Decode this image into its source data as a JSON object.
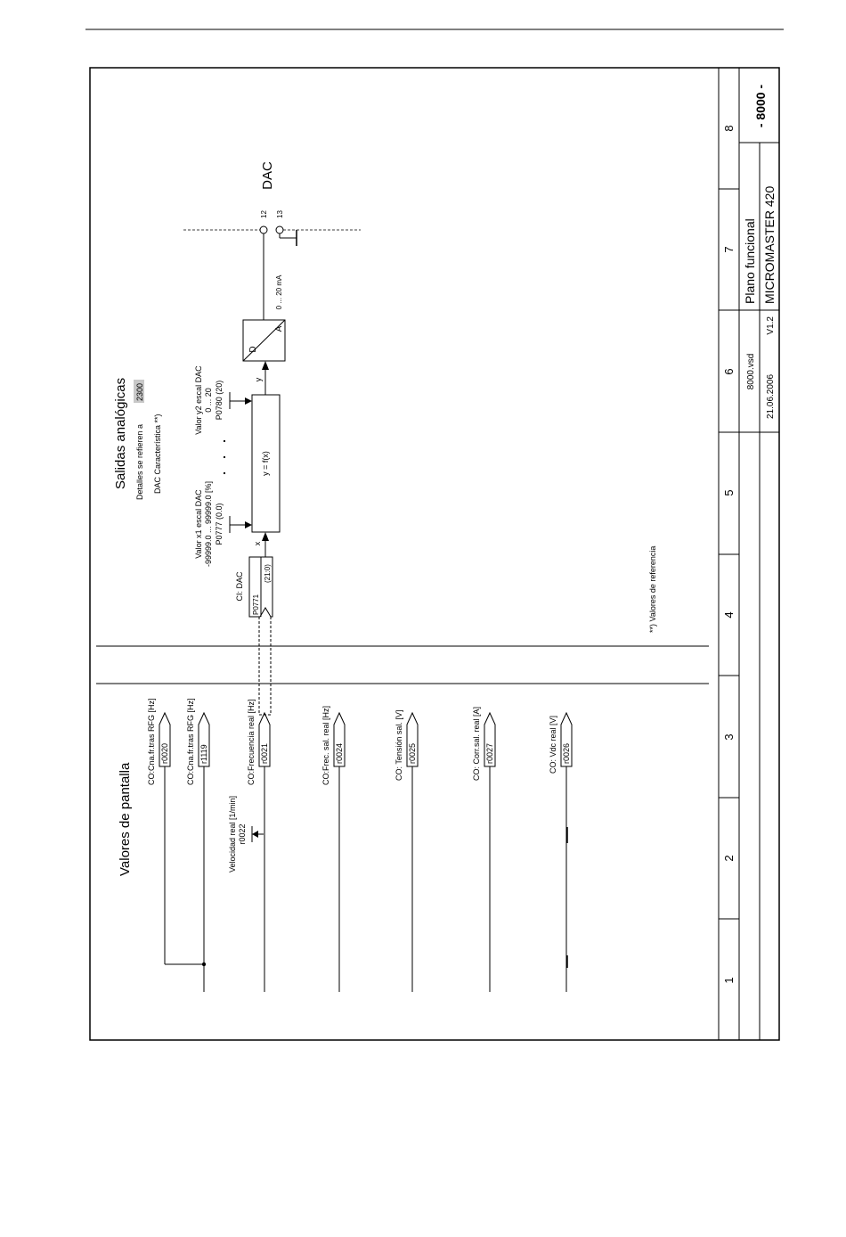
{
  "sheet": {
    "section_left_title": "Valores de pantalla",
    "section_right_title": "Salidas analógicas",
    "details_prefix": "Detalles se refieren a",
    "details_ref": "2300",
    "dac_characteristic": "DAC  Característica **)",
    "footnote": "**) Valores de referencia",
    "dac_label": "DAC",
    "terminal_12": "12",
    "terminal_13": "13",
    "current_range": "0 ... 20 mA"
  },
  "connectors": [
    {
      "title": "CO:Cna.fr.tras RFG [Hz]",
      "param": "r0020"
    },
    {
      "title": "CO:Cna.fr.tras RFG [Hz]",
      "param": "r1119"
    },
    {
      "title": "CO:Frecuencia real [Hz]",
      "param": "r0021"
    },
    {
      "title": "CO:Frec. sal. real [Hz]",
      "param": "r0024"
    },
    {
      "title": "CO: Tensión sal. [V]",
      "param": "r0025"
    },
    {
      "title": "CO: Corr.sal. real [A]",
      "param": "r0027"
    },
    {
      "title": "CO: Vdc real [V]",
      "param": "r0026"
    }
  ],
  "speed": {
    "title": "Velocidad real [1/min]",
    "param": "r0022"
  },
  "ci_dac": {
    "title": "CI: DAC",
    "param": "P0771",
    "value": "(21:0)"
  },
  "scaling": {
    "x1_title": "Valor x1 escal DAC",
    "x1_range": "-99999.0 ... 99999.0  [%]",
    "x1_param": "P0777 (0.0)",
    "y2_title": "Valor y2 escal DAC",
    "y2_range": "0 ... 20",
    "y2_param": "P0780 (20)",
    "function": "y = f(x)",
    "x_label": "x",
    "y_label": "y",
    "dots": "·  ·  ·"
  },
  "converter": {
    "d": "D",
    "a": "A"
  },
  "title_block": {
    "columns": [
      "1",
      "2",
      "3",
      "4",
      "5",
      "6",
      "7",
      "8"
    ],
    "file": "8000.vsd",
    "date": "21.06.2006",
    "version": "V1.2",
    "plan": "Plano funcional",
    "product": "MICROMASTER 420",
    "page": "- 8000 -"
  }
}
